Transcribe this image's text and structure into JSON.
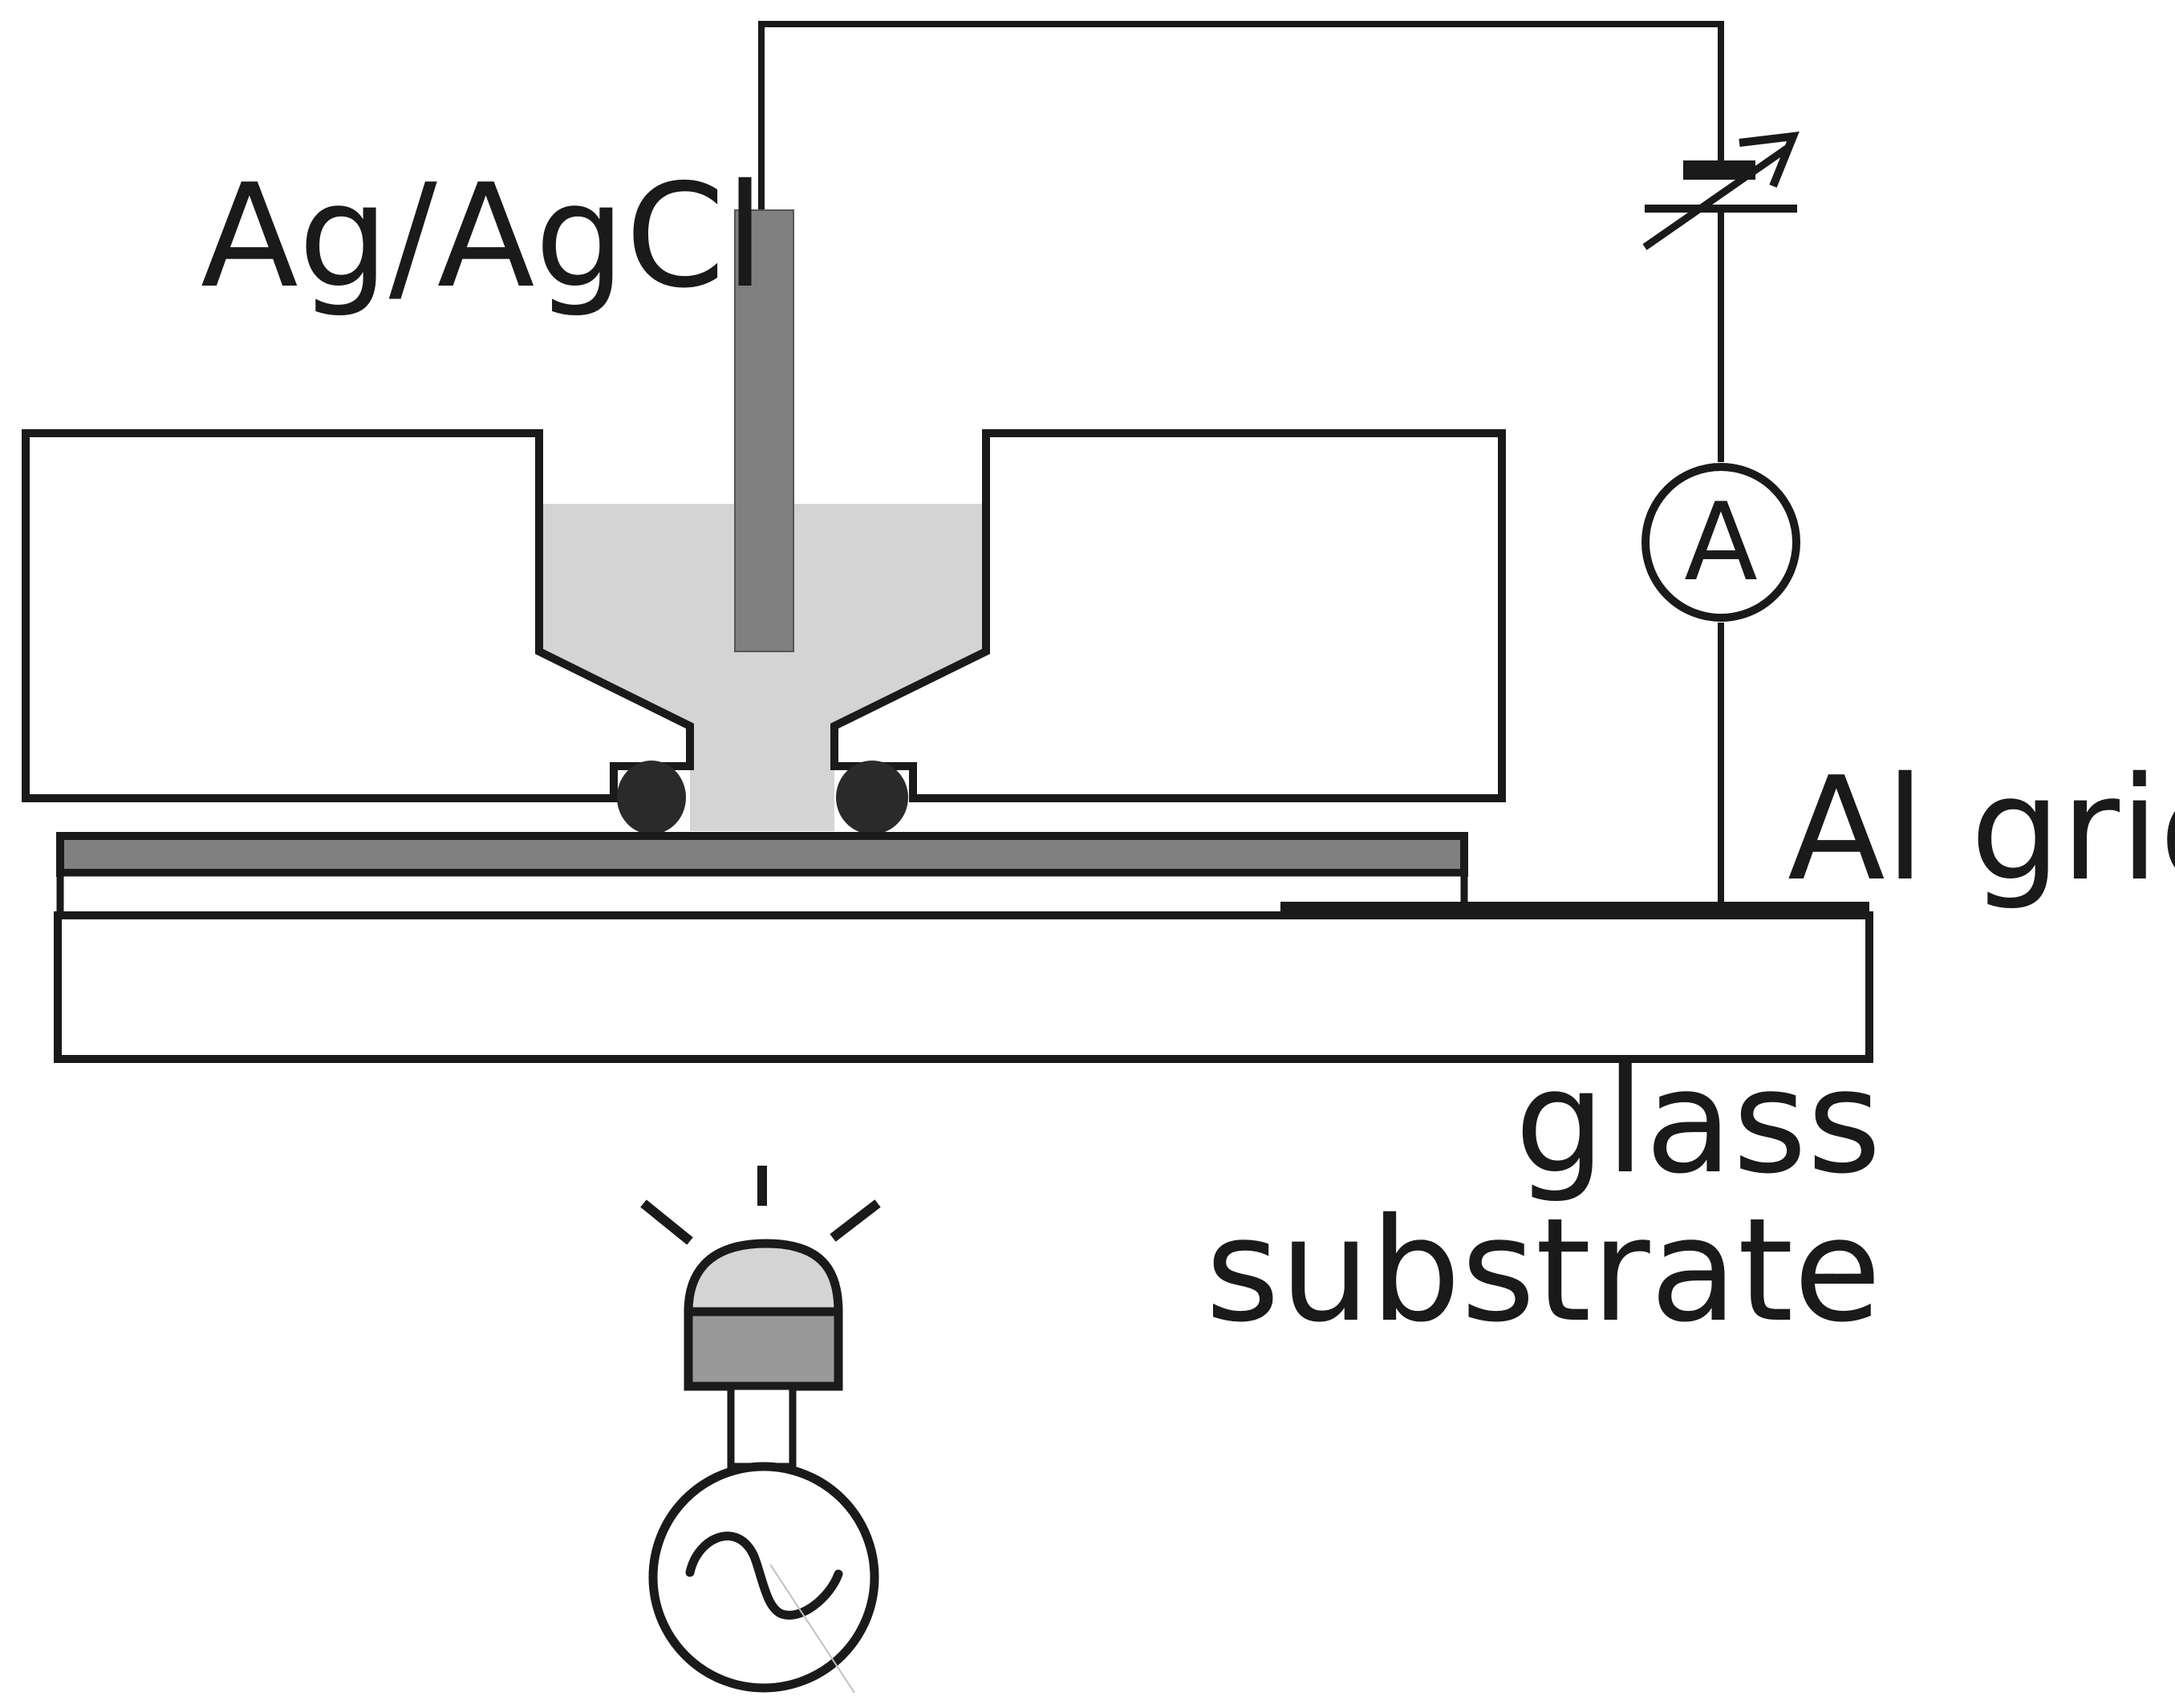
{
  "labels": {
    "reference_electrode": "Ag/AgCl",
    "grid": "Al grid",
    "substrate_line1": "glass",
    "substrate_line2": "substrate"
  },
  "meter": {
    "symbol": "A"
  },
  "colors": {
    "line": "#1a1a1a",
    "electrode": "#808080",
    "electrolyte": "#d4d4d4",
    "film": "#808080",
    "lamp_dome": "#d4d4d4",
    "lamp_base": "#999999",
    "oring": "#2a2a2a",
    "background": "#ffffff"
  },
  "icons": {
    "meter": "ammeter-icon",
    "source": "variable-voltage-source-icon",
    "lamp": "light-source-icon",
    "ac": "ac-power-source-icon"
  }
}
